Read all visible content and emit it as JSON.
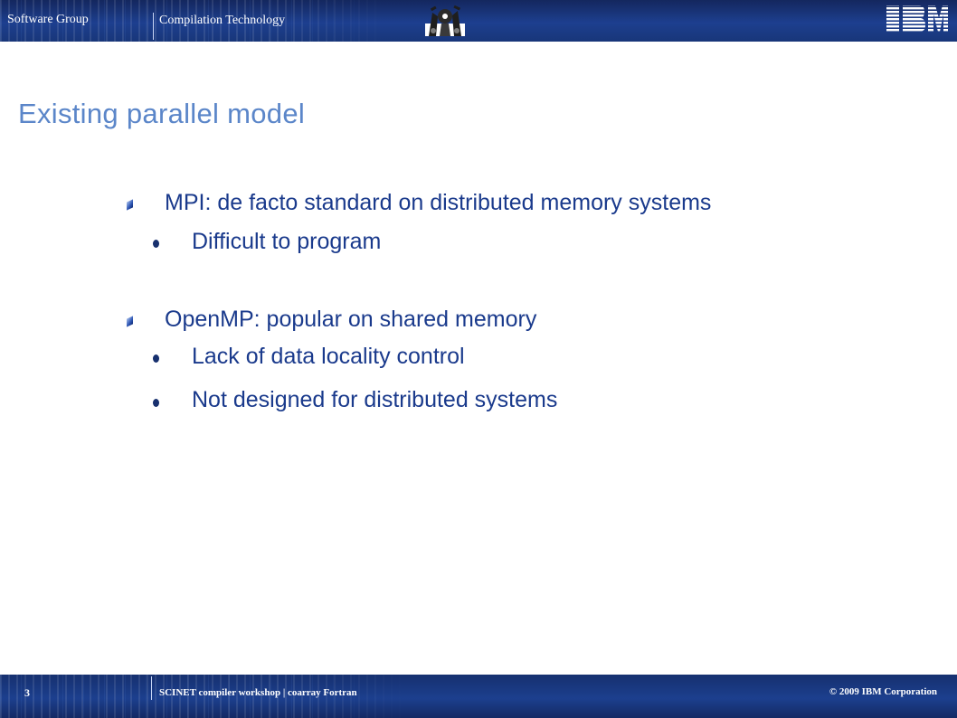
{
  "header": {
    "left_label": "Software Group",
    "center_label": "Compilation Technology",
    "logo_icon": "workers-gears-icon",
    "ibm_logo": "IBM",
    "background_color": "#1d3f8f"
  },
  "slide": {
    "title": "Existing parallel model",
    "title_color": "#5b86c9",
    "text_color": "#1a3a8c",
    "bullets": [
      {
        "text": "MPI: de facto standard on distributed memory systems",
        "sub": [
          "Difficult to program"
        ]
      },
      {
        "text": "OpenMP: popular on shared memory",
        "sub": [
          "Lack of data locality control",
          "Not designed for distributed systems"
        ]
      }
    ]
  },
  "footer": {
    "page_number": "3",
    "presentation": "SCINET  compiler workshop  | coarray Fortran",
    "copyright": "© 2009 IBM Corporation"
  }
}
